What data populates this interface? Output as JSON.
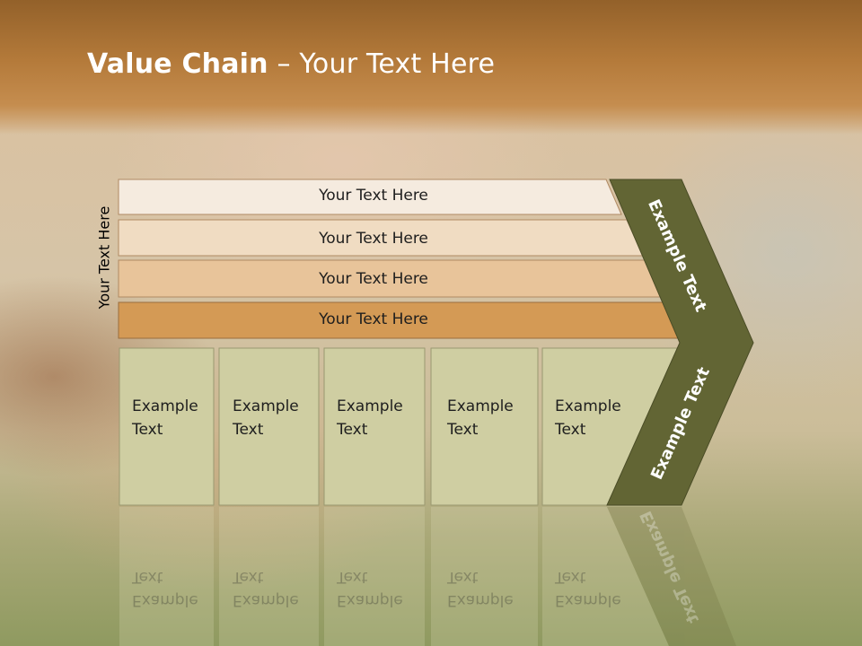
{
  "slide": {
    "title_bold": "Value Chain",
    "title_rest": " – Your Text Here",
    "vertical_label": "Your Text Here"
  },
  "bars": [
    {
      "label": "Your Text Here",
      "color": "#f5ebdf"
    },
    {
      "label": "Your Text Here",
      "color": "#f0dcc2"
    },
    {
      "label": "Your Text Here",
      "color": "#e8c49a"
    },
    {
      "label": "Your Text Here",
      "color": "#d49a55"
    }
  ],
  "columns": [
    {
      "line1": "Example",
      "line2": "Text"
    },
    {
      "line1": "Example",
      "line2": "Text"
    },
    {
      "line1": "Example",
      "line2": "Text"
    },
    {
      "line1": "Example",
      "line2": "Text"
    },
    {
      "line1": "Example",
      "line2": "Text"
    }
  ],
  "chevron": {
    "upper_label": "Example Text",
    "lower_label": "Example Text",
    "color": "#626534"
  },
  "colors": {
    "column_fill": "#cfceA2",
    "title_band": "#b47a3a"
  }
}
